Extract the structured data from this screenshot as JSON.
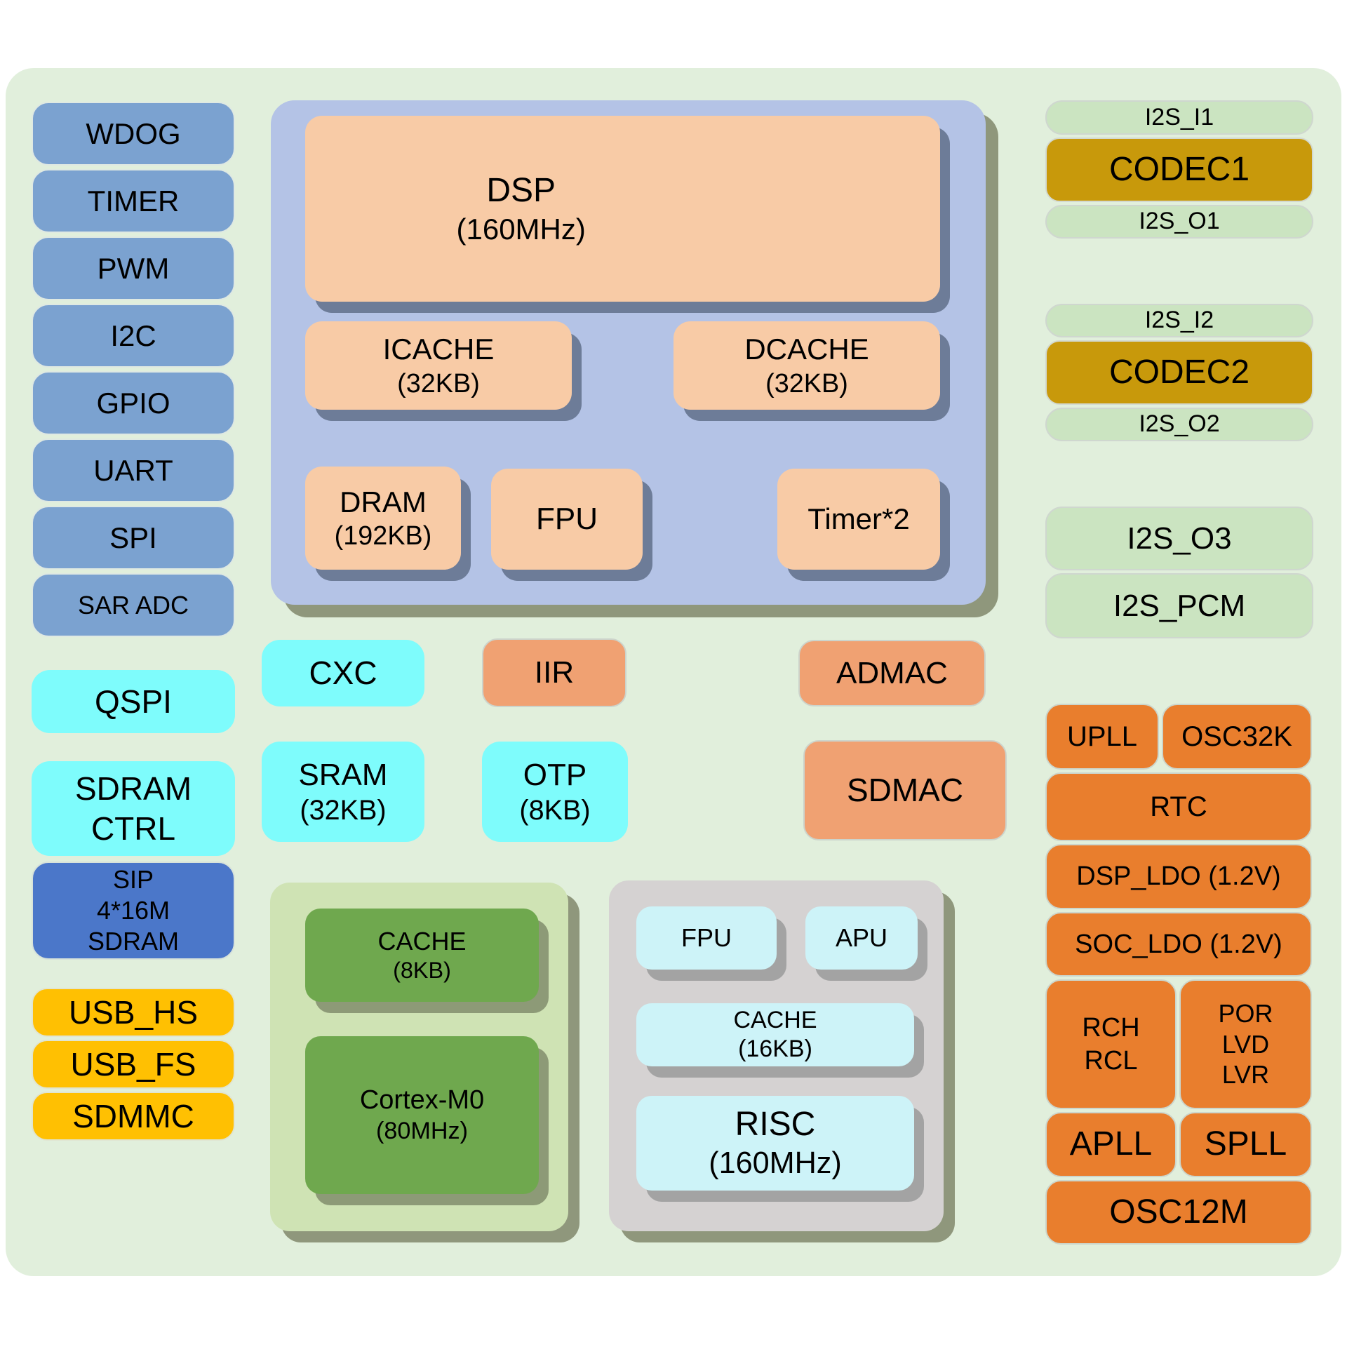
{
  "colors": {
    "board_bg": "#e1efdc",
    "peripheral_blue": "#7ba2d0",
    "cyan": "#7efcfc",
    "sip_blue": "#4b77c9",
    "usb_gold": "#ffc002",
    "dsp_container": "#b4c3e6",
    "dsp_inner_peach": "#f8cba6",
    "dma_orange": "#f0a172",
    "mcu_container": "#cfe3b4",
    "mcu_green": "#6fa84e",
    "risc_container": "#d5d2d2",
    "risc_cyan": "#cdf3f8",
    "i2s_green": "#cbe4c1",
    "codec_gold": "#c8990b",
    "power_orange": "#e97e2d",
    "shadow_slate": "#6d7c98",
    "shadow_olive": "#8f977c"
  },
  "left": {
    "peripherals": [
      "WDOG",
      "TIMER",
      "PWM",
      "I2C",
      "GPIO",
      "UART",
      "SPI",
      "SAR ADC"
    ],
    "qspi": "QSPI",
    "sdram_ctrl_l1": "SDRAM",
    "sdram_ctrl_l2": "CTRL",
    "sip_l1": "SIP",
    "sip_l2": "4*16M",
    "sip_l3": "SDRAM",
    "usb_hs": "USB_HS",
    "usb_fs": "USB_FS",
    "sdmmc": "SDMMC"
  },
  "dsp": {
    "title": "DSP",
    "freq": "(160MHz)",
    "icache_l1": "ICACHE",
    "icache_l2": "(32KB)",
    "dcache_l1": "DCACHE",
    "dcache_l2": "(32KB)",
    "dram_l1": "DRAM",
    "dram_l2": "(192KB)",
    "fpu": "FPU",
    "timer": "Timer*2"
  },
  "fabric": {
    "cxc": "CXC",
    "iir": "IIR",
    "admac": "ADMAC",
    "sram_l1": "SRAM",
    "sram_l2": "(32KB)",
    "otp_l1": "OTP",
    "otp_l2": "(8KB)",
    "sdmac": "SDMAC"
  },
  "mcu": {
    "cache_l1": "CACHE",
    "cache_l2": "(8KB)",
    "core_l1": "Cortex-M0",
    "core_l2": "(80MHz)"
  },
  "risc": {
    "fpu": "FPU",
    "apu": "APU",
    "cache_l1": "CACHE",
    "cache_l2": "(16KB)",
    "core_l1": "RISC",
    "core_l2": "(160MHz)"
  },
  "audio": {
    "i2s_i1": "I2S_I1",
    "codec1": "CODEC1",
    "i2s_o1": "I2S_O1",
    "i2s_i2": "I2S_I2",
    "codec2": "CODEC2",
    "i2s_o2": "I2S_O2",
    "i2s_o3": "I2S_O3",
    "i2s_pcm": "I2S_PCM"
  },
  "power": {
    "upll": "UPLL",
    "osc32k": "OSC32K",
    "rtc": "RTC",
    "dsp_ldo": "DSP_LDO (1.2V)",
    "soc_ldo": "SOC_LDO (1.2V)",
    "rch_l1": "RCH",
    "rch_l2": "RCL",
    "por_l1": "POR",
    "por_l2": "LVD",
    "por_l3": "LVR",
    "apll": "APLL",
    "spll": "SPLL",
    "osc12m": "OSC12M"
  }
}
